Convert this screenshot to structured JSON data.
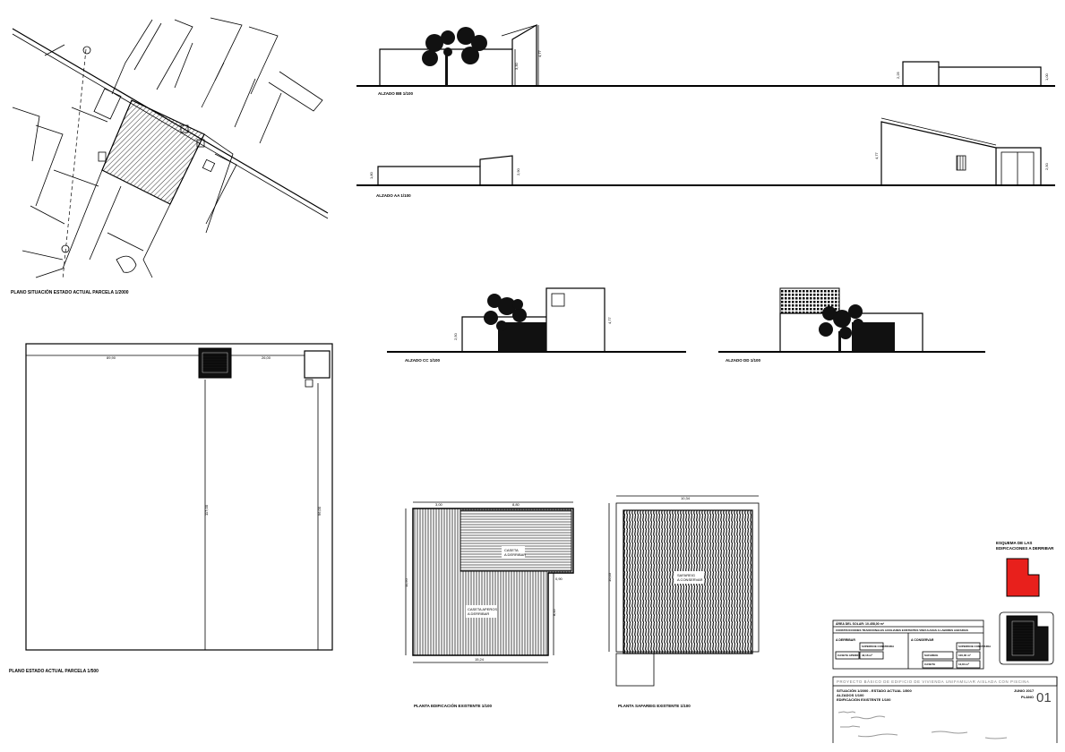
{
  "drawings": {
    "situacion_label": "PLANO SITUACIÓN ESTADO ACTUAL PARCELA 1/2000",
    "parcela_label": "PLANO ESTADO ACTUAL PARCELA 1/500",
    "alzado_bb_label": "ALZADO BB 1/100",
    "alzado_aa_label": "ALZADO AA 1/100",
    "alzado_cc_label": "ALZADO CC 1/100",
    "alzado_dd_label": "ALZADO DD 1/100",
    "planta_edif_label": "PLANTA EDIFICACIÓN EXISTENTE 1/100",
    "planta_safareig_label": "PLANTA SAFAREIG EXISTENTE 1/100"
  },
  "esquema": {
    "title_line1": "ESQUEMA DE LAS",
    "title_line2": "EDIFICACIONES A DERRIBAR",
    "red_color": "#e8201c"
  },
  "cartouche": {
    "area_label": "ÁREA DEL SOLAR: 10.458,00 m²",
    "construcciones_label": "CONSTRUCCIONES TRADICIONALES AUXILIARES EXISTENTES VINCULADAS A LABORES AGRARIAS",
    "a_derribar": "A DERRIBAR",
    "a_conservar": "A CONSERVAR",
    "superficie_construida": "SUPERFICIE CONSTRUIDA",
    "caseta_aperos": "CASETA APEROS",
    "caseta_aperos_value": "42,16 m²",
    "safareig": "SAFAREIG",
    "safareig_value": "100,00 m²",
    "caseta": "CASETA",
    "caseta_value": "12,84 m²",
    "project_title": "PROYECTO BÁSICO DE EDIFICIO DE VIVIENDA UNIFAMILIAR AISLADA CON PISCINA",
    "sheet_line1": "SITUACIÓN 1/2000 - ESTADO ACTUAL 1/500",
    "sheet_line2": "ALZADOS 1/100",
    "sheet_line3": "EDIFICACIÓN EXISTENTE 1/100",
    "date": "JUNIO 2017",
    "plano_label": "PLANO",
    "plano_number": "01"
  },
  "dimensions": {
    "parcela_top_left": "89,90",
    "parcela_top_right": "26,00",
    "parcela_left_vertical": "117,00",
    "parcela_right_vertical": "96,00",
    "edif_top_a": "3,00",
    "edif_top_b": "8,80",
    "edif_left": "11,50",
    "edif_right_small": "0,90",
    "edif_right_big": "8,45",
    "edif_bottom": "15,24",
    "safareig_top": "10,34",
    "safareig_left": "10,43",
    "edif_room1_line1": "CASETA",
    "edif_room1_line2": "A DERRIBAR",
    "edif_room2_line1": "CASETA APEROS",
    "edif_room2_line2": "A DERRIBAR",
    "safareig_room_line1": "SAFAREIG",
    "safareig_room_line2": "A CONSERVAR",
    "bb_h1": "3,30",
    "bb_h2": "4,77",
    "bb_h3": "2,25",
    "bb_h4": "1,00",
    "aa_h1": "1,80",
    "aa_h2": "2,90",
    "aa_h3": "4,77",
    "aa_h4": "2,50",
    "cc_h1": "2,50",
    "cc_h2": "4,77"
  }
}
